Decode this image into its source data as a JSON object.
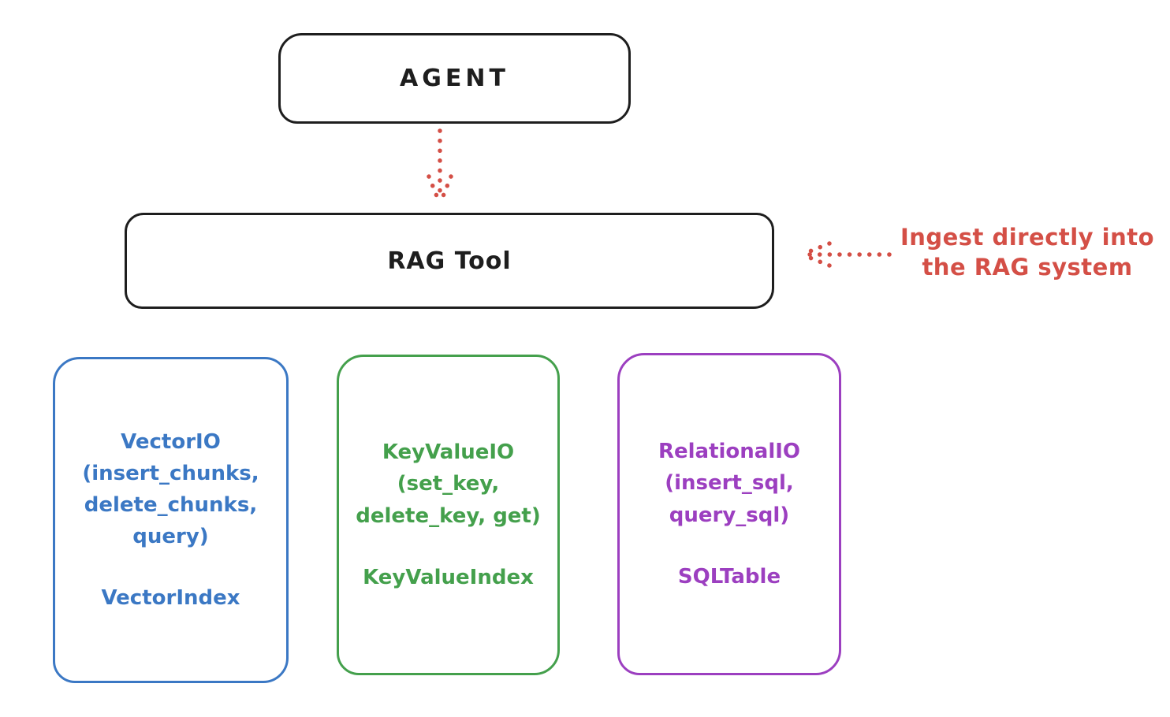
{
  "colors": {
    "ink": "#1e1e1e",
    "red": "#d44f46",
    "blue": "#3b78c4",
    "green": "#44a04c",
    "purple": "#9c3fc0",
    "bg": "#ffffff"
  },
  "nodes": {
    "agent": {
      "label": "AGENT"
    },
    "rag_tool": {
      "label": "RAG Tool"
    }
  },
  "arrows": [
    {
      "name": "agent-to-rag-tool",
      "style": "dotted",
      "color": "#d44f46",
      "direction": "down"
    },
    {
      "name": "ingest-into-rag",
      "style": "dotted",
      "color": "#d44f46",
      "direction": "left"
    }
  ],
  "annotation": {
    "text": "Ingest directly into\nthe RAG system"
  },
  "cards": [
    {
      "name": "vector-io",
      "color": "#3b78c4",
      "interface": "VectorIO\n(insert_chunks,\ndelete_chunks,\nquery)",
      "index": "VectorIndex"
    },
    {
      "name": "keyvalue-io",
      "color": "#44a04c",
      "interface": "KeyValueIO\n(set_key,\ndelete_key, get)",
      "index": "KeyValueIndex"
    },
    {
      "name": "relational-io",
      "color": "#9c3fc0",
      "interface": "RelationalIO\n(insert_sql,\nquery_sql)",
      "index": "SQLTable"
    }
  ]
}
